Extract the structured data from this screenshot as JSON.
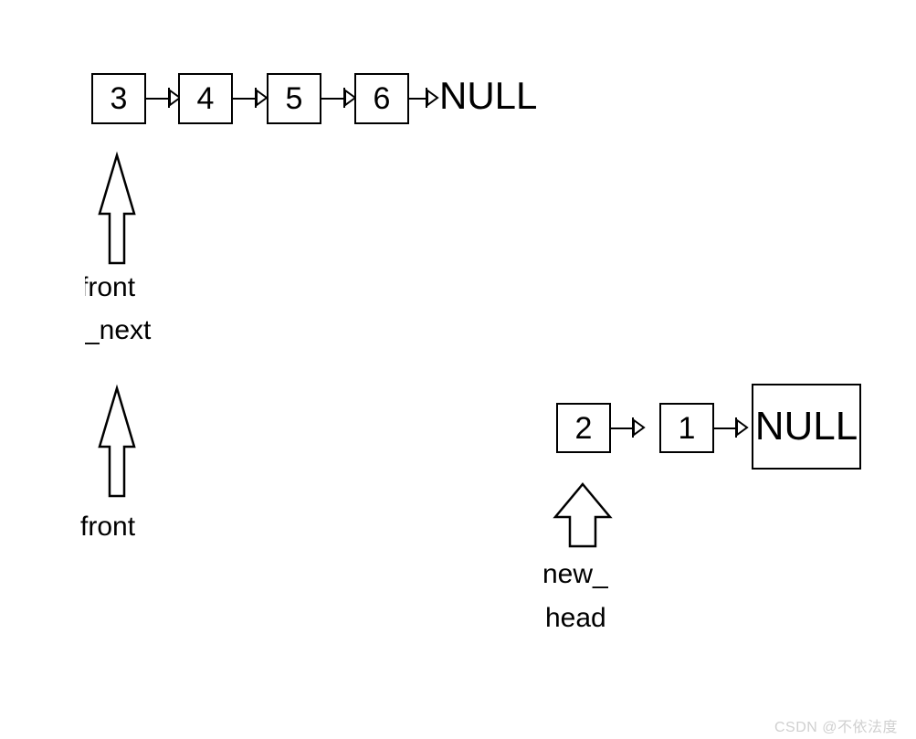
{
  "diagram": {
    "title": "Linked list front/next pointer diagram",
    "stroke_color": "#000000",
    "background_color": "#ffffff",
    "top_chain": {
      "nodes": [
        {
          "value": "3"
        },
        {
          "value": "4"
        },
        {
          "value": "5"
        },
        {
          "value": "6"
        }
      ],
      "terminator": "NULL",
      "terminator_boxed": false
    },
    "bottom_chain": {
      "nodes": [
        {
          "value": "2"
        },
        {
          "value": "1"
        }
      ],
      "terminator": "NULL",
      "terminator_boxed": true
    },
    "pointers": [
      {
        "id": "front-next",
        "line1": "front",
        "line2": "_next",
        "target": "3",
        "direction": "up"
      },
      {
        "id": "front",
        "line1": "front",
        "line2": "",
        "target": "3",
        "direction": "up"
      },
      {
        "id": "new-head",
        "line1": "new_",
        "line2": "head",
        "target": "2",
        "direction": "up"
      }
    ],
    "arrow_icon_name": "open-arrowhead-icon",
    "block_arrow_icon_name": "block-arrow-up-icon"
  },
  "watermark": {
    "text": "CSDN @不依法度",
    "color": "#d0d0d0"
  }
}
